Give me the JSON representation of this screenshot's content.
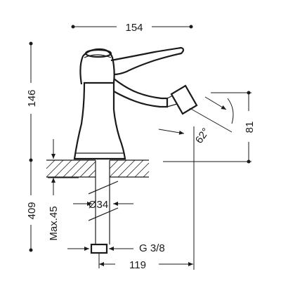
{
  "dimensions": {
    "width_top": "154",
    "height_body": "146",
    "spout_height": "81",
    "angle": "62°",
    "below_deck": "409",
    "max_deck": "Max.45",
    "hole_diameter": "Ø34",
    "thread": "G 3/8",
    "reach": "119"
  }
}
